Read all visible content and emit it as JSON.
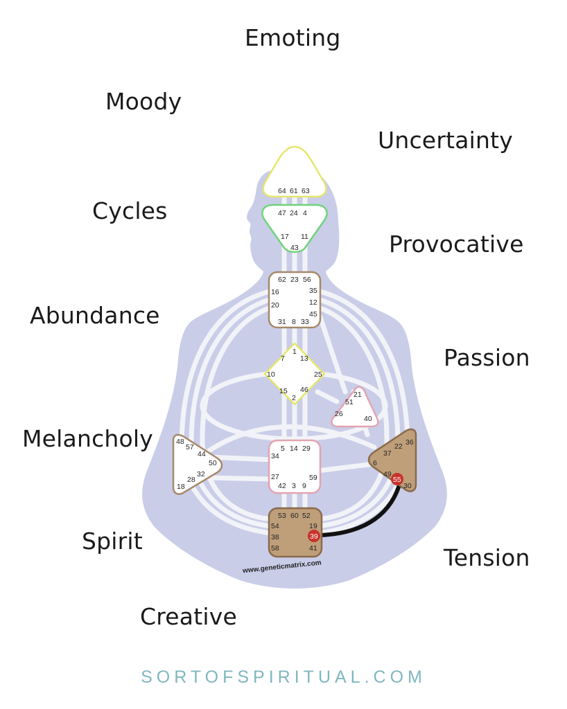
{
  "words": {
    "emoting": "Emoting",
    "moody": "Moody",
    "uncertainty": "Uncertainty",
    "cycles": "Cycles",
    "provocative": "Provocative",
    "abundance": "Abundance",
    "passion": "Passion",
    "melancholy": "Melancholy",
    "spirit": "Spirit",
    "tension": "Tension",
    "creative": "Creative"
  },
  "watermark": "www.geneticmatrix.com",
  "footer": "SORTOFSPIRITUAL.COM",
  "colors": {
    "body": "#c9cde8",
    "channel": "#f2f3f8",
    "defined_center": "#bf9f7a",
    "activated_gate": "#c8322a",
    "defined_channel": "#111111",
    "footer_text": "#7fb7bf"
  },
  "centers": {
    "head": {
      "border": "#e6e66e",
      "gates": [
        "64",
        "61",
        "63"
      ]
    },
    "ajna": {
      "border": "#6ed47a",
      "gates": [
        "47",
        "24",
        "4",
        "17",
        "11",
        "43"
      ]
    },
    "throat": {
      "border": "#a6896a",
      "gates": [
        "62",
        "23",
        "56",
        "16",
        "35",
        "20",
        "12",
        "45",
        "31",
        "8",
        "33"
      ]
    },
    "g": {
      "border": "#e6e66e",
      "gates": [
        "1",
        "7",
        "13",
        "10",
        "25",
        "15",
        "46",
        "2"
      ]
    },
    "heart": {
      "border": "#e2a4b0",
      "gates": [
        "21",
        "51",
        "26",
        "40"
      ]
    },
    "spleen": {
      "border": "#a6896a",
      "gates": [
        "48",
        "57",
        "44",
        "50",
        "32",
        "28",
        "18"
      ]
    },
    "sacral": {
      "border": "#e2a4b0",
      "gates": [
        "5",
        "14",
        "29",
        "34",
        "27",
        "59",
        "42",
        "3",
        "9"
      ]
    },
    "solar_plexus": {
      "border": "#8a6a4a",
      "defined": true,
      "gates": [
        "36",
        "22",
        "37",
        "6",
        "49",
        "55",
        "30"
      ]
    },
    "root": {
      "border": "#8a6a4a",
      "defined": true,
      "gates": [
        "53",
        "60",
        "52",
        "54",
        "19",
        "38",
        "39",
        "58",
        "41"
      ]
    }
  },
  "activated_gates": [
    "55",
    "39"
  ],
  "defined_channel": [
    "39",
    "55"
  ]
}
